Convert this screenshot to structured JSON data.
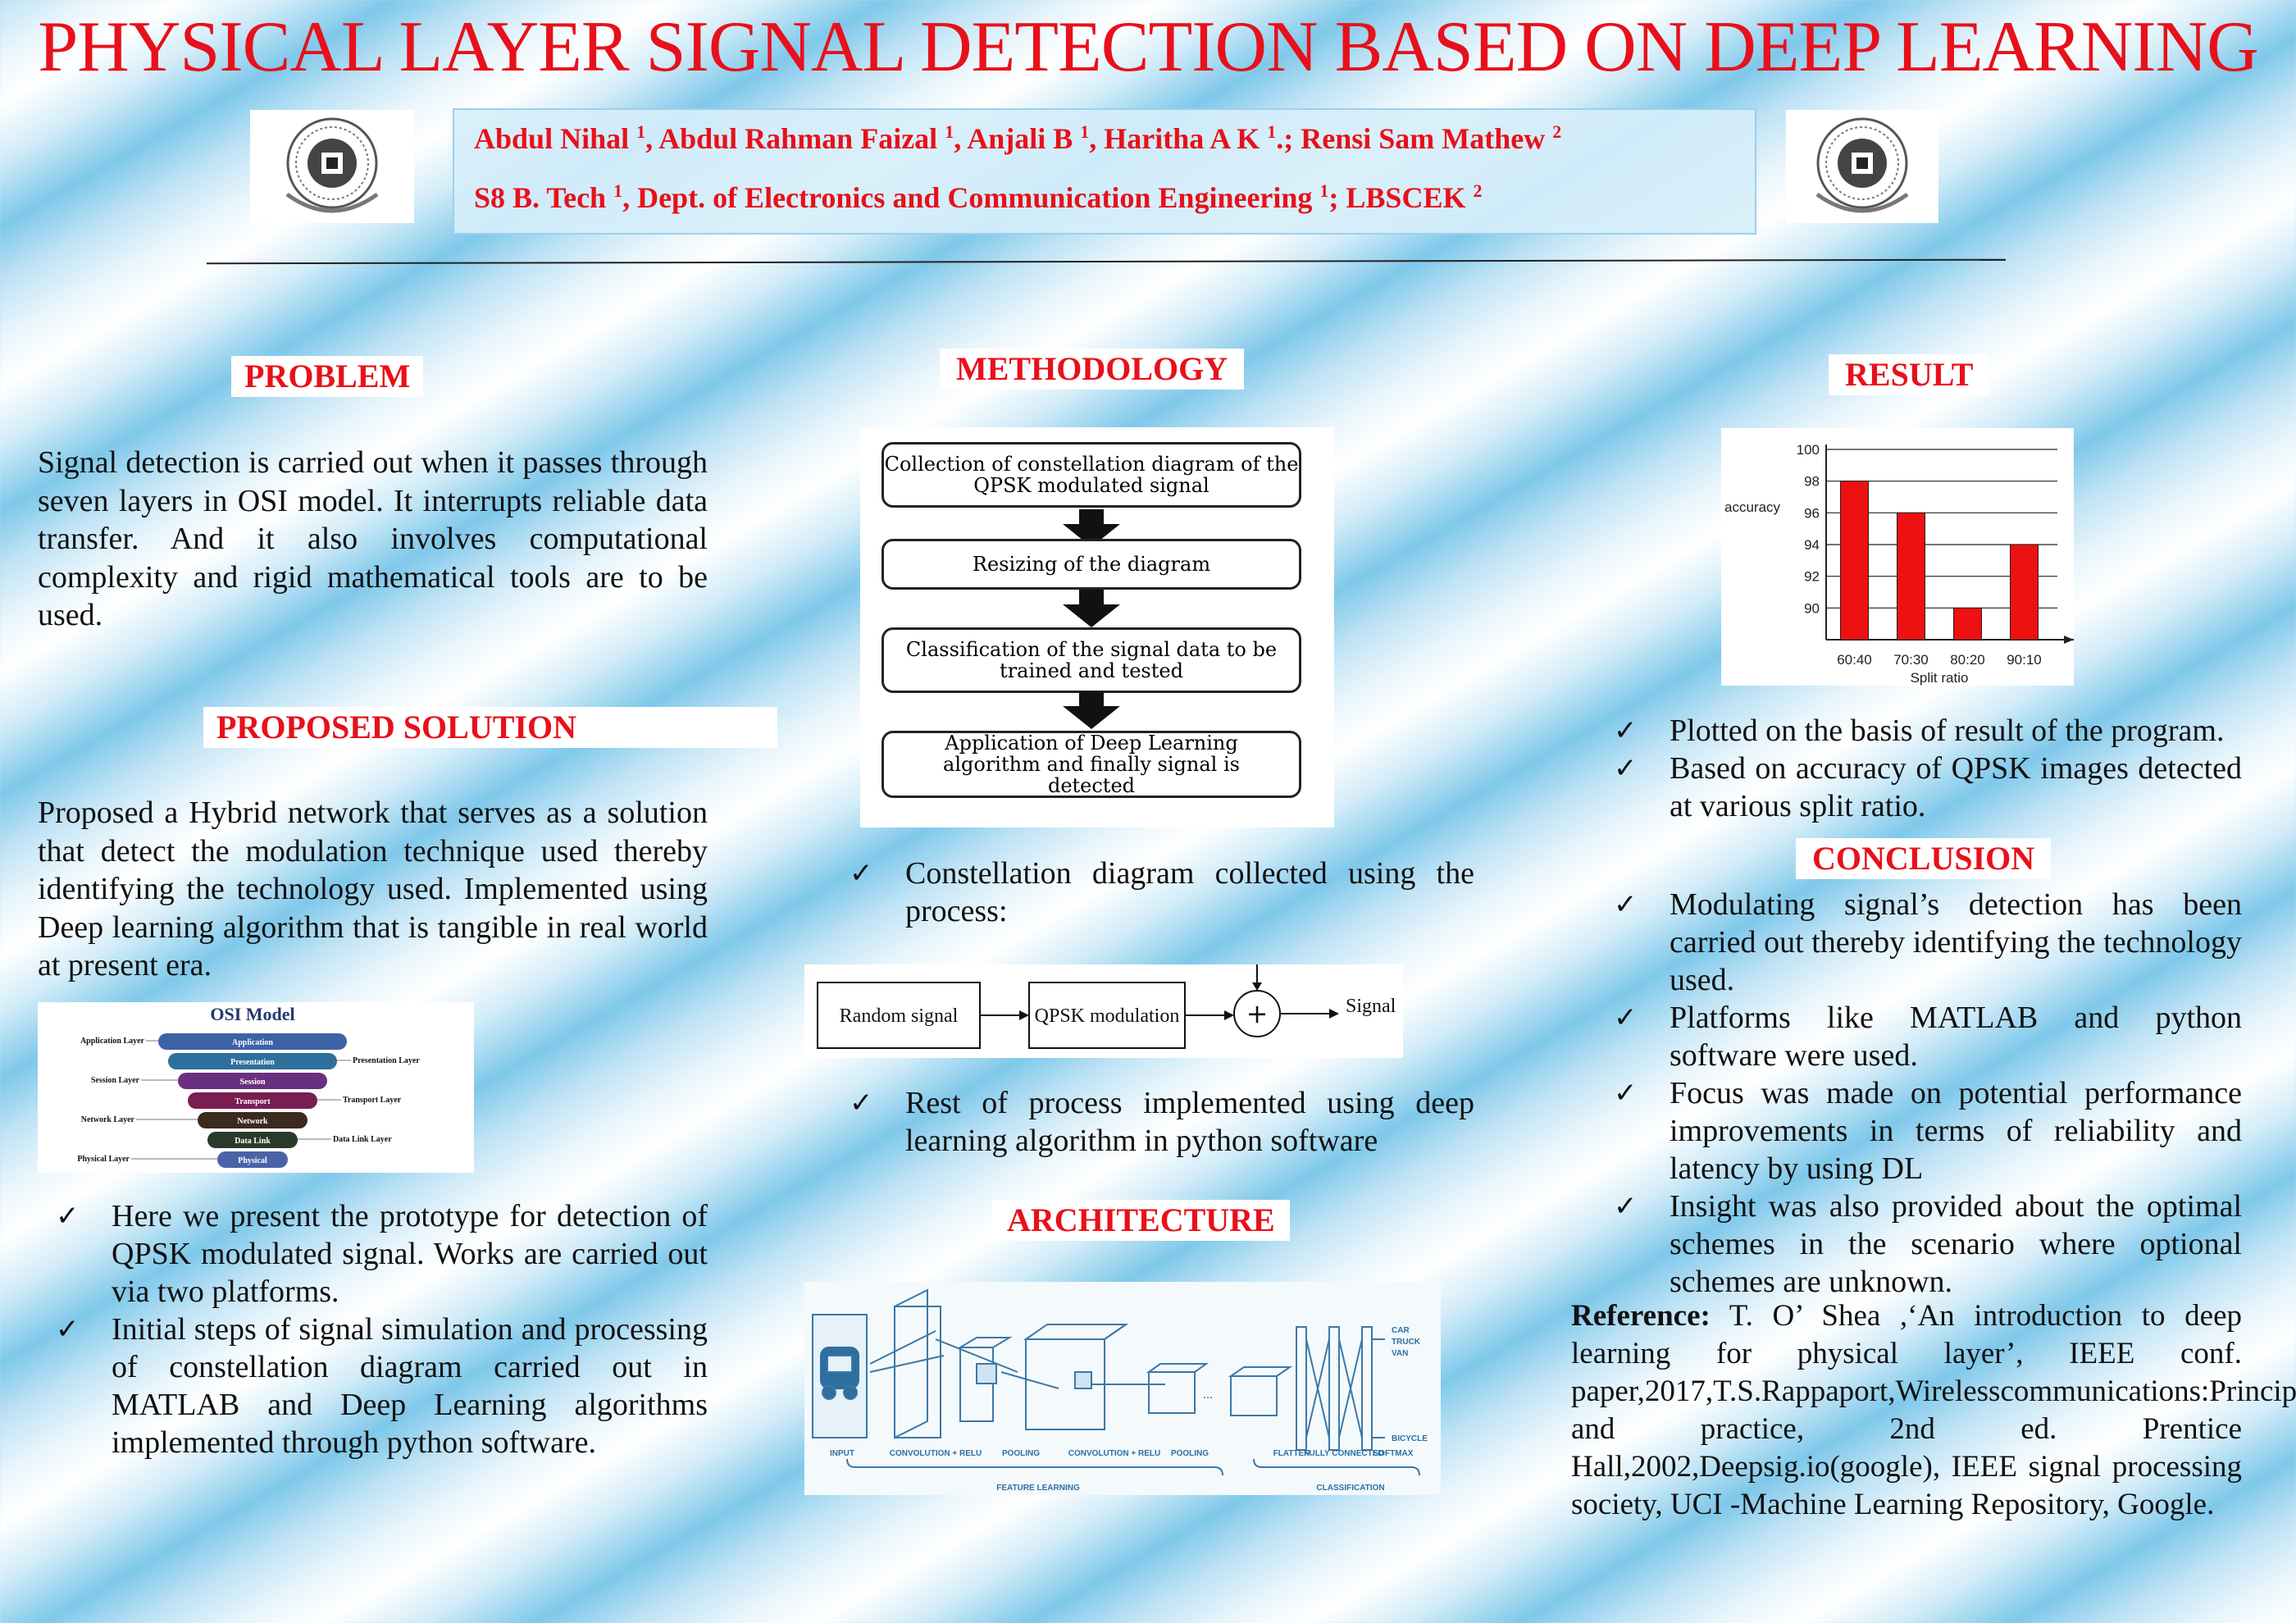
{
  "title": "PHYSICAL LAYER SIGNAL DETECTION BASED ON DEEP LEARNING",
  "authors": {
    "a1": "Abdul Nihal ",
    "s1": "1",
    "a2": ", Abdul Rahman Faizal ",
    "s2": "1",
    "a3": ", Anjali B ",
    "s3": "1",
    "a4": ", Haritha A K ",
    "s4": "1",
    "a5": ".; Rensi Sam Mathew ",
    "s5": "2"
  },
  "affiliation": {
    "a1": "S8 B. Tech ",
    "s1": "1",
    "a2": ", Dept. of Electronics and Communication Engineering ",
    "s2": "1",
    "a3": "; LBSCEK ",
    "s3": "2"
  },
  "problem": {
    "heading": "PROBLEM",
    "text": "Signal detection is carried out when it passes through seven layers in OSI model. It interrupts reliable data transfer. And it also involves computational complexity and rigid mathematical tools are to be used."
  },
  "solution": {
    "heading": "PROPOSED SOLUTION",
    "text": "Proposed a Hybrid network that serves as a solution that detect the modulation technique used thereby identifying the technology used. Implemented using Deep learning algorithm that is tangible in real world at present era.",
    "bullets": [
      "Here we present the prototype for detection of QPSK modulated signal. Works are carried out via two platforms.",
      "Initial steps of signal simulation and processing of constellation diagram carried out in MATLAB and Deep Learning algorithms implemented through python software."
    ]
  },
  "osi": {
    "title": "OSI Model",
    "layers": [
      "Application",
      "Presentation",
      "Session",
      "Transport",
      "Network",
      "Data Link",
      "Physical"
    ],
    "left_labels": [
      "Application Layer",
      "Session Layer",
      "Network Layer",
      "Physical Layer"
    ],
    "right_labels": [
      "Presentation Layer",
      "Transport Layer",
      "Data Link Layer"
    ],
    "colors": [
      "#3d62a6",
      "#2f6f9c",
      "#6a2f7e",
      "#7a1e52",
      "#3b2a1e",
      "#2a3a2a",
      "#4a62a8"
    ]
  },
  "methodology": {
    "heading": "METHODOLOGY",
    "steps": [
      "Collection of constellation diagram of the QPSK modulated signal",
      "Resizing of the diagram",
      "Classification of the signal data to be trained and tested",
      "Application of Deep Learning algorithm and finally signal is detected"
    ],
    "bullet1": "Constellation diagram collected using the process:",
    "blocks": {
      "random": "Random signal",
      "qpsk": "QPSK modulation",
      "plus": "+",
      "signal": "Signal"
    },
    "bullet2": "Rest of process implemented using deep learning algorithm in python software"
  },
  "architecture": {
    "heading": "ARCHITECTURE",
    "labels": {
      "input": "INPUT",
      "conv1": "CONVOLUTION + RELU",
      "pool1": "POOLING",
      "conv2": "CONVOLUTION + RELU",
      "pool2": "POOLING",
      "flatten": "FLATTEN",
      "fc": "FULLY CONNECTED",
      "softmax": "SOFTMAX",
      "feature": "FEATURE LEARNING",
      "classification": "CLASSIFICATION",
      "car": "CAR",
      "truck": "TRUCK",
      "van": "VAN",
      "bicycle": "BICYCLE"
    }
  },
  "result": {
    "heading": "RESULT",
    "bullets": [
      "Plotted on the basis of result of the program.",
      "Based on accuracy of QPSK images detected at various split ratio."
    ]
  },
  "conclusion": {
    "heading": "CONCLUSION",
    "bullets": [
      "Modulating signal’s detection has been carried out thereby identifying the technology used.",
      "Platforms like MATLAB and python software were used.",
      "Focus was made on potential performance improvements in terms of reliability and latency by using DL",
      "Insight was also provided about the optimal schemes in the scenario where optional schemes are unknown."
    ]
  },
  "reference": {
    "label": "Reference:",
    "text": " T. O’ Shea ,‘An introduction to deep learning for physical layer’, IEEE conf. paper,2017,T.S.Rappaport,Wirelesscommunications:Principles and practice, 2nd ed. Prentice Hall,2002,Deepsig.io(google), IEEE signal processing society, UCI -Machine Learning Repository, Google."
  },
  "chart_data": {
    "type": "bar",
    "categories": [
      "60:40",
      "70:30",
      "80:20",
      "90:10"
    ],
    "values": [
      98,
      96,
      90,
      94
    ],
    "yticks": [
      90,
      92,
      94,
      96,
      98,
      100
    ],
    "ylim": [
      88,
      100
    ],
    "xlabel": "Split ratio",
    "ylabel": "accuracy",
    "bar_color": "#ee1111",
    "grid": true
  }
}
